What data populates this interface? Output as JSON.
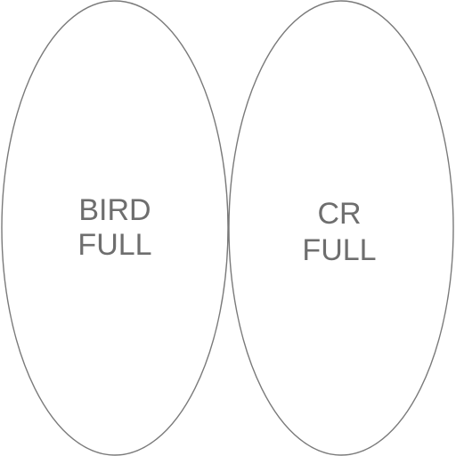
{
  "diagram": {
    "left": {
      "line1": "BIRD",
      "line2": "FULL"
    },
    "right": {
      "line1": "CR",
      "line2": "FULL"
    },
    "colors": {
      "stroke": "#7a7a7a",
      "text": "#6e6e6e",
      "background": "#ffffff"
    }
  }
}
